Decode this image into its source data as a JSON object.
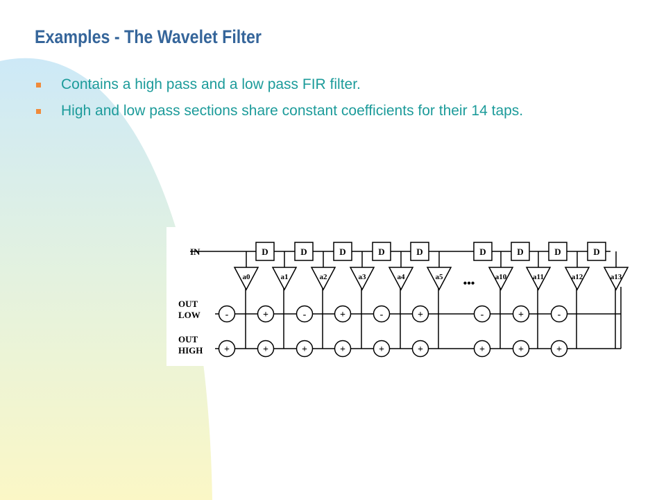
{
  "slide": {
    "title": "Examples - The Wavelet Filter",
    "bullets": [
      "Contains a high pass and a low pass FIR filter.",
      "High and low pass sections share constant coefficients for their 14 taps."
    ]
  },
  "diagram": {
    "input_label": "IN",
    "delay_label": "D",
    "ellipsis": "•••",
    "output_low_label": [
      "OUT",
      "LOW"
    ],
    "output_high_label": [
      "OUT",
      "HIGH"
    ],
    "coefficients": [
      "a0",
      "a1",
      "a2",
      "a3",
      "a4",
      "a5",
      "a10",
      "a11",
      "a12",
      "a13"
    ],
    "low_signs": [
      "-",
      "+",
      "-",
      "+",
      "-",
      "+",
      "-",
      "+",
      "-"
    ],
    "high_signs": [
      "+",
      "+",
      "+",
      "+",
      "+",
      "+",
      "+",
      "+",
      "+"
    ]
  },
  "colors": {
    "title": "#35659a",
    "bullet_text": "#1c9b9a",
    "bullet_marker": "#f08a3a"
  }
}
